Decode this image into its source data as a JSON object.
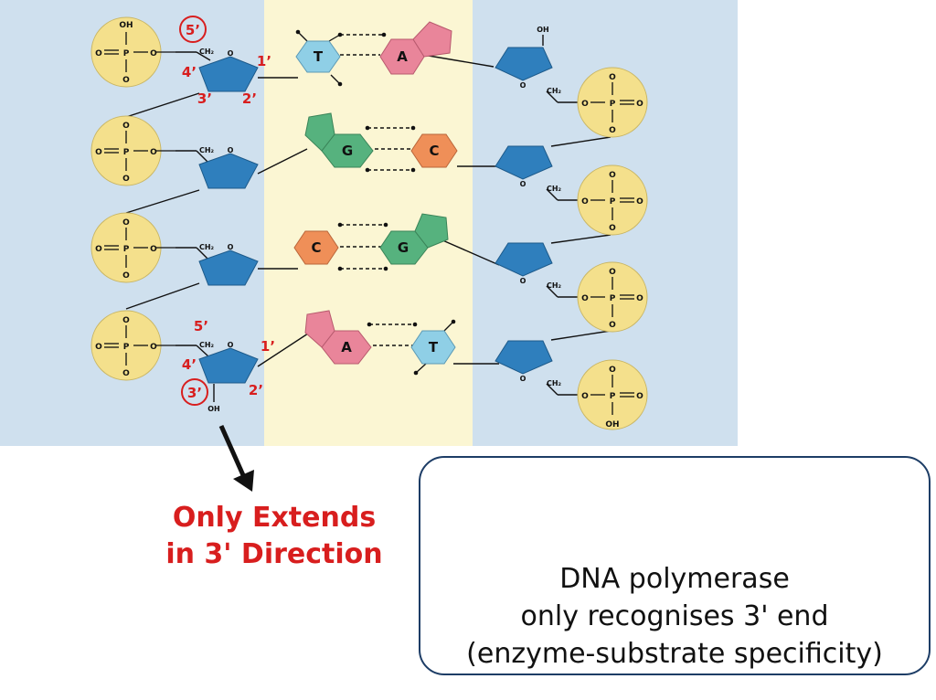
{
  "colors": {
    "strand_bg": "#cfe0ee",
    "center_bg": "#fbf6d3",
    "phosphate": "#f4e08c",
    "sugar": "#2f7fbd",
    "base_T": "#8fcfe6",
    "base_A": "#e9859a",
    "base_G": "#56b27e",
    "base_C": "#ef8f58",
    "highlight_red": "#d81e1e",
    "box_border": "#1d3d66"
  },
  "phosphate": {
    "p": "P",
    "o": "O",
    "o_minus": "O",
    "oh": "OH",
    "ch2": "CH₂",
    "sugar_o": "O"
  },
  "carbon_labels": {
    "c5": "5’",
    "c4": "4’",
    "c3": "3’",
    "c2": "2’",
    "c1": "1’"
  },
  "bottom_oh": "OH",
  "top_right_oh": "OH",
  "base_pairs": [
    {
      "left": "T",
      "right": "A"
    },
    {
      "left": "G",
      "right": "C"
    },
    {
      "left": "C",
      "right": "G"
    },
    {
      "left": "A",
      "right": "T"
    }
  ],
  "direction_label": {
    "line1": "Only Extends",
    "line2": "in 3' Direction"
  },
  "note": {
    "line1": "DNA polymerase",
    "line2": "only recognises 3' end",
    "line3": "(enzyme-substrate specificity)"
  },
  "icons": {
    "lock": "lock-door-icon",
    "key": "key-icon",
    "arrow": "arrow-down-icon"
  }
}
